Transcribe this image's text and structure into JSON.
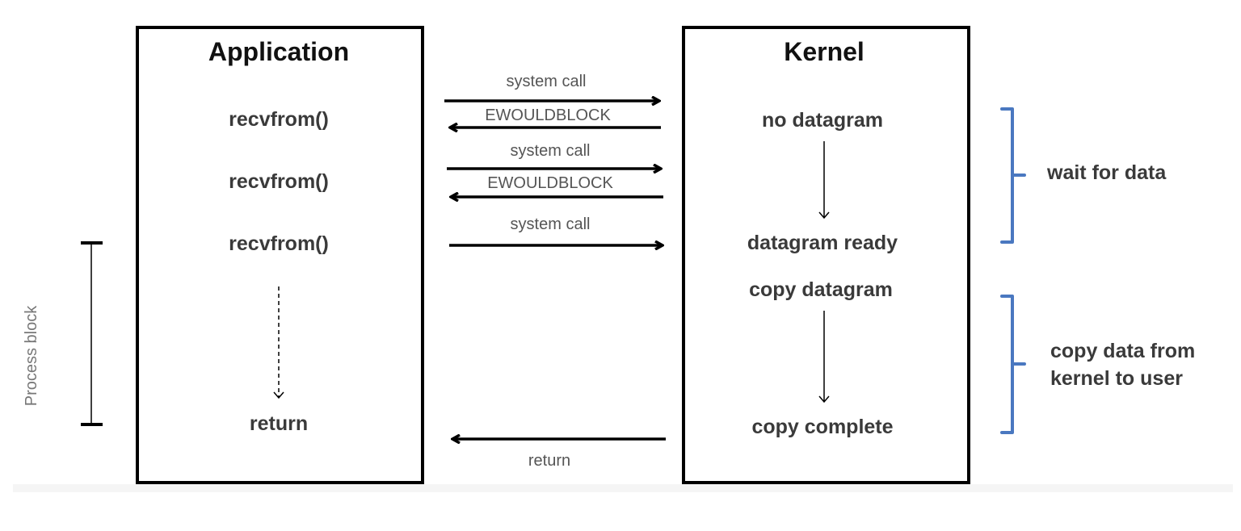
{
  "application": {
    "title": "Application",
    "steps": [
      "recvfrom()",
      "recvfrom()",
      "recvfrom()",
      "return"
    ]
  },
  "kernel": {
    "title": "Kernel",
    "states": [
      "no datagram",
      "datagram ready",
      "copy datagram",
      "copy complete"
    ]
  },
  "messages": [
    "system call",
    "EWOULDBLOCK",
    "system call",
    "EWOULDBLOCK",
    "system call",
    "return"
  ],
  "phases": {
    "wait": "wait for data",
    "copy_line1": "copy data from",
    "copy_line2": "kernel to user"
  },
  "process_block_label": "Process block",
  "colors": {
    "bracket": "#4a78c0",
    "box": "#000000",
    "text": "#3a3a3a"
  }
}
